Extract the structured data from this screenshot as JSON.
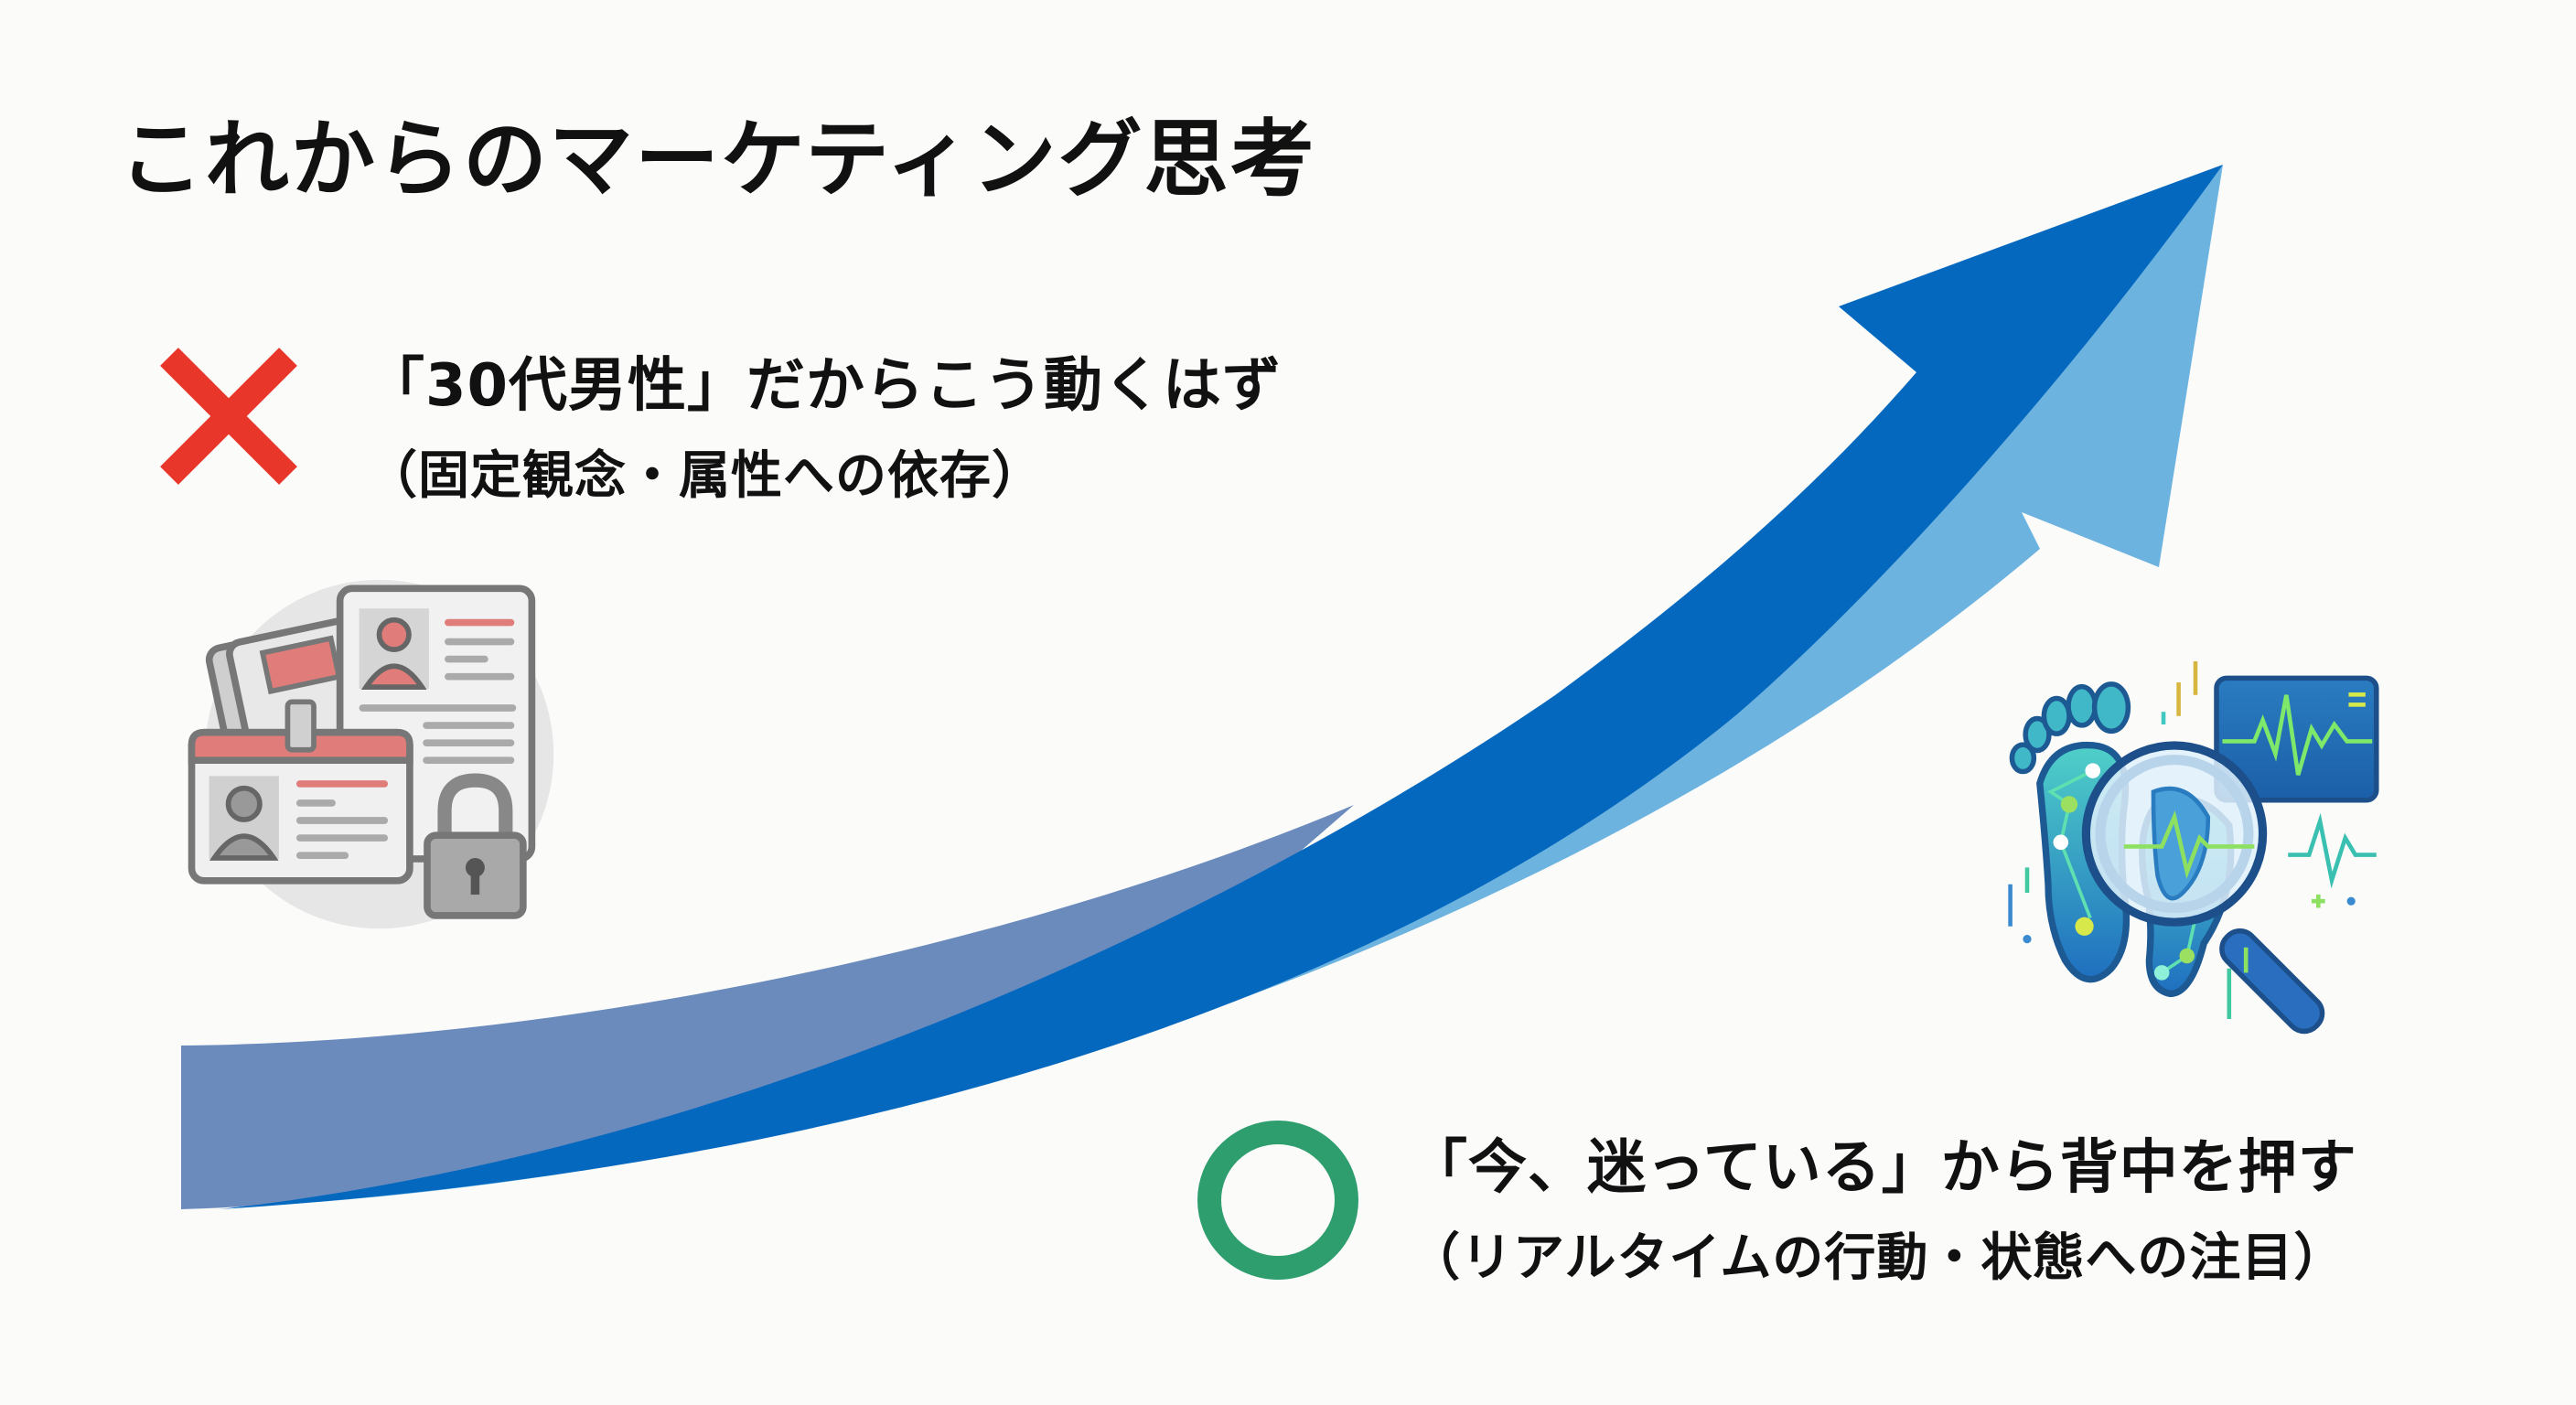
{
  "title": "これからのマーケティング思考",
  "old_approach": {
    "icon": "cross-mark-icon",
    "heading": "「30代男性」だからこう動くはず",
    "subheading": "（固定観念・属性への依存）",
    "illustration": "id-cards-with-lock-icon",
    "accent_color": "#e8372a"
  },
  "new_approach": {
    "icon": "circle-mark-icon",
    "heading": "「今、迷っている」から背中を押す",
    "subheading": "（リアルタイムの行動・状態への注目）",
    "illustration": "footprint-magnifier-analytics-icon",
    "accent_color": "#2e9e6e"
  },
  "arrow": {
    "colors": {
      "dark": "#0468bf",
      "light": "#6db3e0",
      "muted": "#6b8bbd"
    }
  }
}
